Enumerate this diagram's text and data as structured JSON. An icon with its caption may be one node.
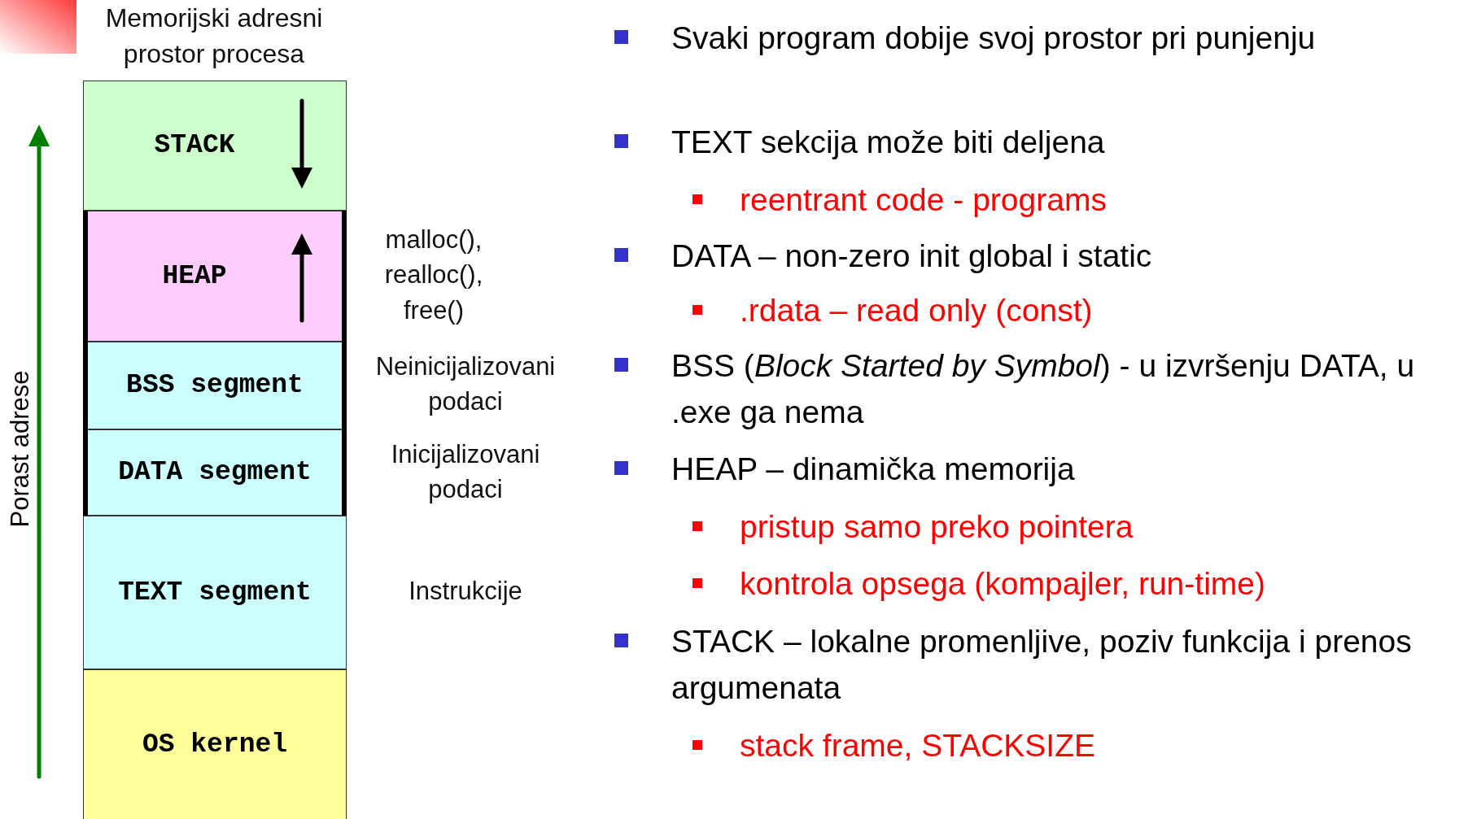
{
  "diagram": {
    "title": "Memorijski adresni prostor procesa",
    "nodes": [
      {
        "text": [
          "STACK"
        ]
      },
      {
        "text": [
          "HEAP"
        ],
        "beside": [
          "malloc(), realloc(), free()"
        ]
      },
      {
        "text": [
          "BSS segment"
        ],
        "beside": [
          "Neinicijalizovani podaci"
        ]
      },
      {
        "text": [
          "DATA segment"
        ],
        "beside": [
          "Inicijalizovani podaci"
        ]
      },
      {
        "text": [
          "TEXT segment"
        ],
        "beside": [
          "Instrukcije"
        ]
      },
      {
        "text": [
          "OS kernel"
        ]
      }
    ],
    "labels": [
      "Porast adrese",
      "Svaki program dobije svoj prostor pri punjenju",
      "TEXT sekcija može biti deljena",
      "reentrant code - programs",
      "DATA – non-zero init global i static",
      ".rdata – read only (const)",
      "BSS (*Block Started by Symbol*) - u izvršenju DATA, u .exe ga nema",
      "HEAP – dinamička memorija",
      "pristup samo preko pointera",
      "kontrola opsega (kompajler, run-time)",
      "STACK – lokalne promenljive, poziv funkcija i prenos argumenata",
      "stack frame, STACKSIZE"
    ]
  }
}
